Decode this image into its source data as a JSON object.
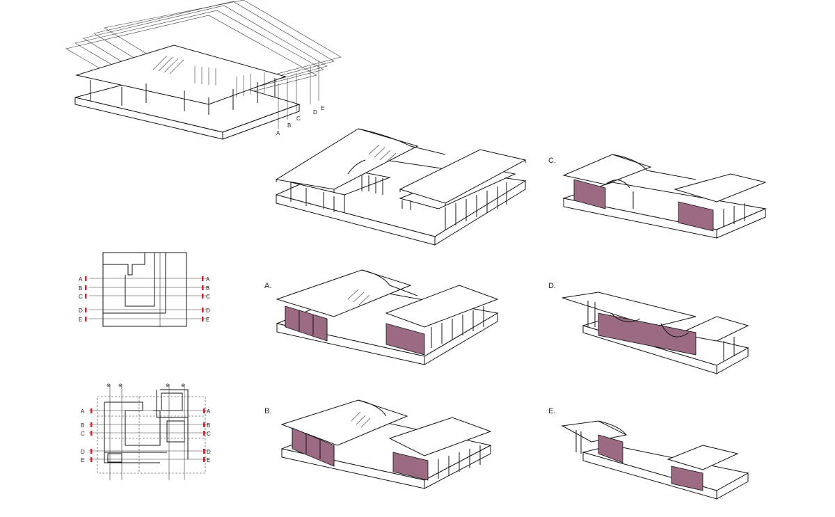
{
  "section_keys": {
    "overview": [
      "A",
      "B",
      "C",
      "D",
      "E"
    ],
    "plan_left": [
      "A",
      "B",
      "C",
      "D",
      "E"
    ],
    "plan_right": [
      "A",
      "B",
      "C",
      "D",
      "E"
    ]
  },
  "panels": {
    "a": {
      "caption": "A."
    },
    "b": {
      "caption": "B."
    },
    "c": {
      "caption": "C."
    },
    "d": {
      "caption": "D."
    },
    "e": {
      "caption": "E."
    }
  },
  "colors": {
    "section_cut": "#9a6b82",
    "section_marker": "#c1272d",
    "line": "#111111"
  }
}
